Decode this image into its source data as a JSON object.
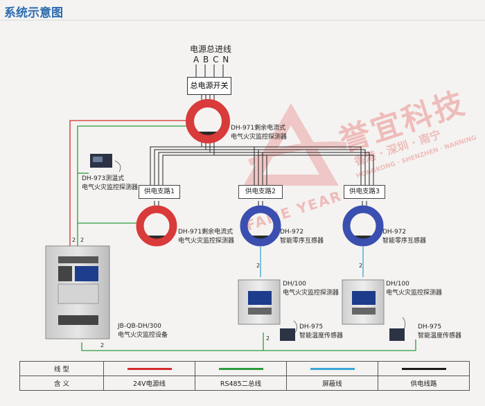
{
  "title": "系统示意图",
  "power_in": {
    "label": "电源总进线",
    "phases": "A B C N"
  },
  "main_switch": "总电源开关",
  "dh971_main": {
    "line1": "DH-971剩余电流式",
    "line2": "电气火灾监控探测器"
  },
  "dh973": {
    "line1": "DH-973测温式",
    "line2": "电气火灾监控探测器"
  },
  "branches": [
    "供电支路1",
    "供电支路2",
    "供电支路3"
  ],
  "dh971_b1": {
    "line1": "DH-971剩余电流式",
    "line2": "电气火灾监控探测器"
  },
  "dh972_a": {
    "line1": "DH-972",
    "line2": "智能零序互感器"
  },
  "dh972_b": {
    "line1": "DH-972",
    "line2": "智能零序互感器"
  },
  "dh100_a": {
    "line1": "DH/100",
    "line2": "电气火灾监控探测器"
  },
  "dh100_b": {
    "line1": "DH/100",
    "line2": "电气火灾监控探测器"
  },
  "dh975_a": {
    "line1": "DH-975",
    "line2": "智能温度传感器"
  },
  "dh975_b": {
    "line1": "DH-975",
    "line2": "智能温度传感器"
  },
  "host": {
    "line1": "JB-QB-DH/300",
    "line2": "电气火灾监控设备"
  },
  "wire_counts": [
    "2",
    "2",
    "2",
    "2",
    "2",
    "2"
  ],
  "watermark": {
    "brand": "誉宜科技",
    "cities": "香港 · 深圳 · 南宁",
    "cities_en": "HONGKONG · SHENZHEN · NANNING",
    "en": "FAME YEAR"
  },
  "legend": {
    "row1_header": "线 型",
    "row2_header": "含 义",
    "items": [
      {
        "meaning": "24V电源线",
        "color": "#d42b2b"
      },
      {
        "meaning": "RS485二总线",
        "color": "#2e9a3c"
      },
      {
        "meaning": "屏蔽线",
        "color": "#3aa6d8"
      },
      {
        "meaning": "供电线路",
        "color": "#1a1a1a"
      }
    ]
  }
}
